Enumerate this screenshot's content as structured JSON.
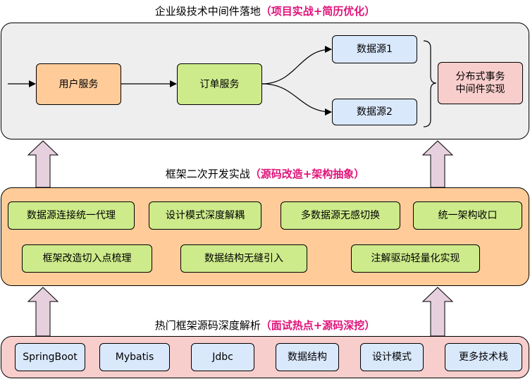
{
  "layer_top": {
    "title": "企业级技术中间件落地",
    "highlight": "（项目实战+简历优化）",
    "user_service": "用户服务",
    "order_service": "订单服务",
    "datasource1": "数据源1",
    "datasource2": "数据源2",
    "distributed_line1": "分布式事务",
    "distributed_line2": "中间件实现"
  },
  "layer_mid": {
    "title": "框架二次开发实战",
    "highlight": "（源码改造+架构抽象）",
    "items": [
      "数据源连接统一代理",
      "设计模式深度解耦",
      "多数据源无感切换",
      "统一架构收口",
      "框架改造切入点梳理",
      "数据结构无缝引入",
      "注解驱动轻量化实现"
    ]
  },
  "layer_bottom": {
    "title": "热门框架源码深度解析",
    "highlight": "（面试热点+源码深挖）",
    "items": [
      "SpringBoot",
      "Mybatis",
      "Jdbc",
      "数据结构",
      "设计模式",
      "更多技术栈"
    ]
  },
  "colors": {
    "highlight": "#e0137a",
    "top_panel": "#eeeeee",
    "mid_panel": "#ffcc99",
    "bottom_panel": "#f8cecc",
    "green_box": "#cdeb8b",
    "blue_box": "#dae8fc",
    "up_arrow": "#e6d0de"
  }
}
